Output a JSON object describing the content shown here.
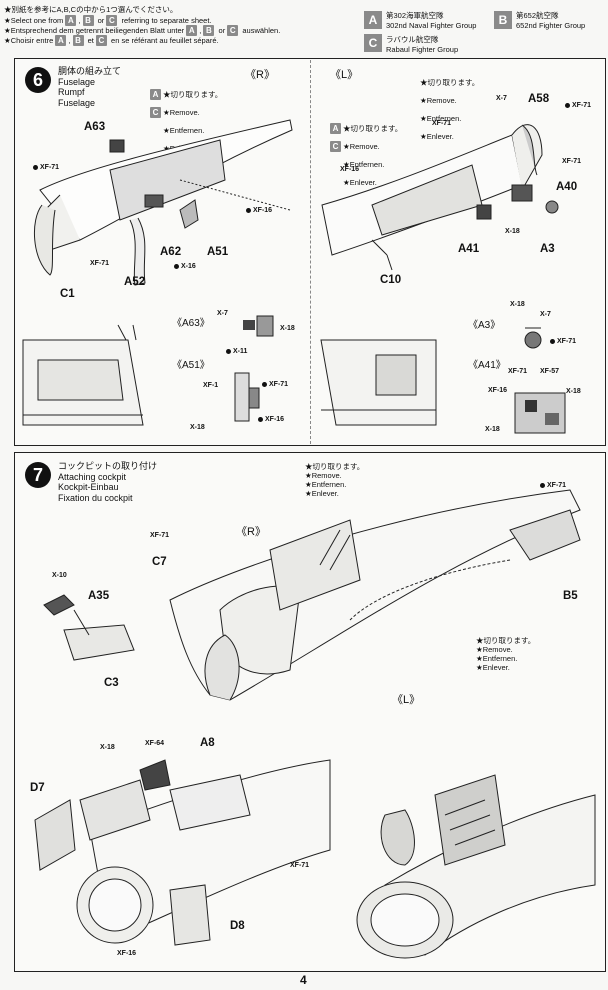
{
  "header": {
    "instructions": [
      "★別紙を参考にA,B,Cの中から1つ選んでください。",
      "★Select one from A, B or C referring to separate sheet.",
      "★Entsprechend dem getrennt beiliegenden Blatt unter A, B or C auswählen.",
      "★Choisir entre A, B et C en se référant au feuillet séparé."
    ],
    "options": [
      {
        "badge": "A",
        "jp": "第302海軍航空隊",
        "en": "302nd Naval Fighter Group"
      },
      {
        "badge": "B",
        "jp": "第652航空隊",
        "en": "652nd Fighter Group"
      },
      {
        "badge": "C",
        "jp": "ラバウル航空隊",
        "en": "Rabaul Fighter Group"
      }
    ]
  },
  "step6": {
    "number": "6",
    "title_jp": "胴体の組み立て",
    "title_en": "Fuselage",
    "title_de": "Rumpf",
    "title_fr": "Fuselage",
    "side_r": "《R》",
    "side_l": "《L》",
    "remove": {
      "jp": "★切り取ります。",
      "en": "★Remove.",
      "de": "★Entfernen.",
      "fr": "★Enlever."
    },
    "badges": [
      "A",
      "C"
    ],
    "parts_r": [
      "A63",
      "A62",
      "A51",
      "A52",
      "C1"
    ],
    "parts_l": [
      "A58",
      "A40",
      "A41",
      "A3",
      "C10"
    ],
    "paints": [
      "XF-71",
      "XF-16",
      "X-16",
      "X-7",
      "X-18",
      "X-11",
      "XF-1",
      "XF-57"
    ],
    "details": [
      "《A63》",
      "《A51》",
      "《A3》",
      "《A41》"
    ]
  },
  "step7": {
    "number": "7",
    "title_jp": "コックピットの取り付け",
    "title_en": "Attaching cockpit",
    "title_de": "Kockpit-Einbau",
    "title_fr": "Fixation du cockpit",
    "side_r": "《R》",
    "side_l": "《L》",
    "remove": {
      "jp": "★切り取ります。",
      "en": "★Remove.",
      "de": "★Entfernen.",
      "fr": "★Enlever."
    },
    "parts": [
      "C7",
      "A35",
      "C3",
      "B5",
      "A8",
      "D7",
      "D8"
    ],
    "paints": [
      "XF-71",
      "X-10",
      "X-18",
      "XF-64",
      "XF-16"
    ]
  },
  "page_number": "4"
}
